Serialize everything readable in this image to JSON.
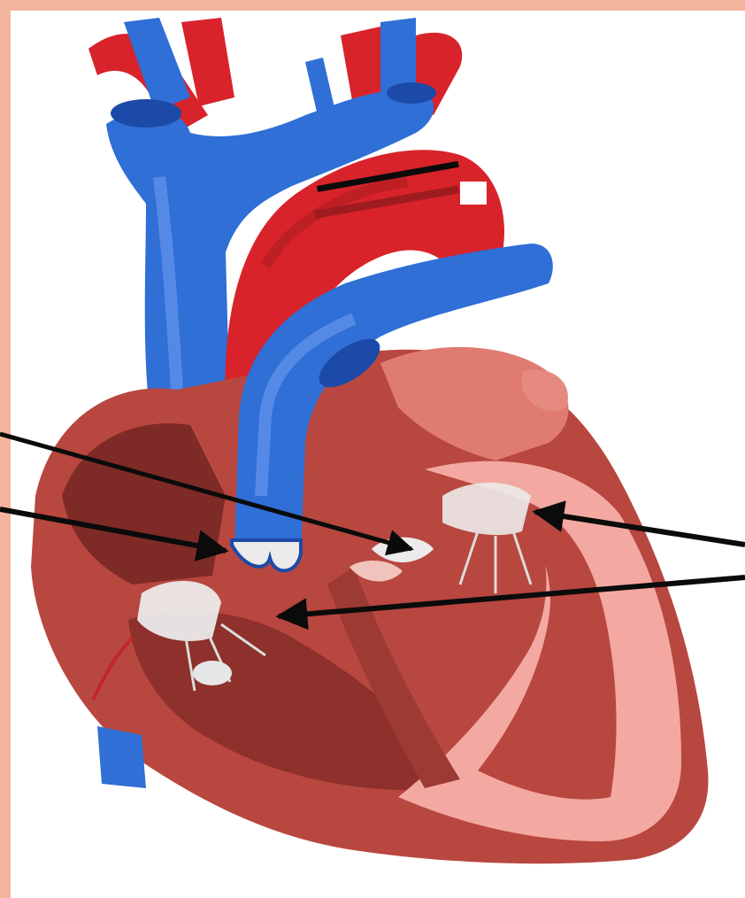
{
  "colors": {
    "frame": "#f2b59c",
    "artery": "#d8232a",
    "artery_dark": "#9e1b1f",
    "vein": "#2f6fd6",
    "vein_light": "#6e9cf0",
    "vein_dark": "#1c4aa8",
    "myocardium": "#b8473f",
    "chamber": "#f3a9a1",
    "valve": "#eceaea",
    "pointer": "#0b0b0b"
  },
  "labels": [],
  "pointers": [
    {
      "name": "pointer-pulmonary-valve"
    },
    {
      "name": "pointer-aortic-valve"
    },
    {
      "name": "pointer-mitral-valve"
    },
    {
      "name": "pointer-tricuspid-valve"
    }
  ]
}
